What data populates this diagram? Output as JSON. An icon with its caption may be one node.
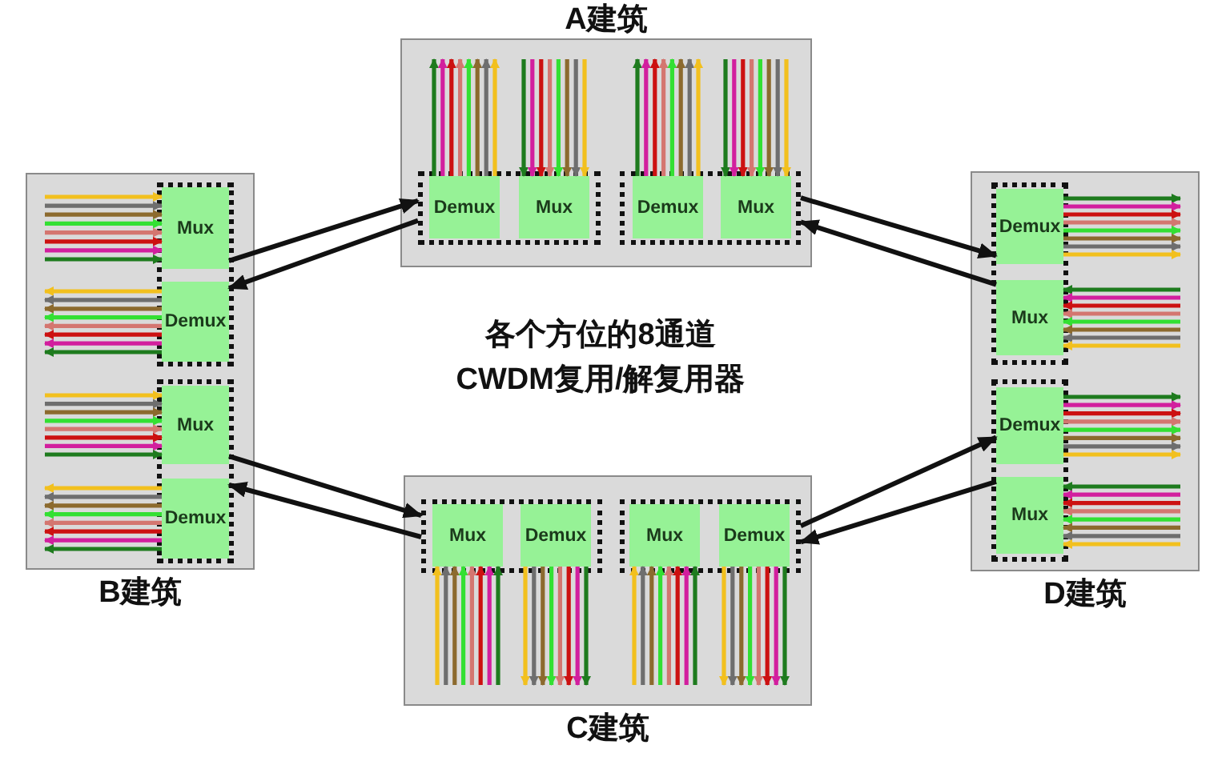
{
  "diagram": {
    "title": "各个方位的8通道CWDM复用/解复用器",
    "nodes": [
      {
        "text": [
          "A建筑"
        ]
      },
      {
        "text": [],
        "shape": "box",
        "in": 0
      },
      {
        "text": [
          "Demux"
        ],
        "in": 1
      },
      {
        "text": [
          "Mux"
        ],
        "in": 1
      },
      {
        "text": [],
        "shape": "box",
        "in": 0
      },
      {
        "text": [
          "Demux"
        ],
        "in": 4
      },
      {
        "text": [
          "Mux"
        ],
        "in": 4
      },
      {
        "text": [
          "B建筑"
        ]
      },
      {
        "text": [],
        "shape": "box",
        "in": 7
      },
      {
        "text": [
          "Mux"
        ],
        "in": 8
      },
      {
        "text": [
          "Demux"
        ],
        "in": 8
      },
      {
        "text": [],
        "shape": "box",
        "in": 7
      },
      {
        "text": [
          "Mux"
        ],
        "in": 11
      },
      {
        "text": [
          "Demux"
        ],
        "in": 11
      },
      {
        "text": [
          "D建筑"
        ]
      },
      {
        "text": [],
        "shape": "box",
        "in": 14
      },
      {
        "text": [
          "Demux"
        ],
        "in": 15
      },
      {
        "text": [
          "Mux"
        ],
        "in": 15
      },
      {
        "text": [],
        "shape": "box",
        "in": 14
      },
      {
        "text": [
          "Demux"
        ],
        "in": 18
      },
      {
        "text": [
          "Mux"
        ],
        "in": 18
      },
      {
        "text": [
          "C建筑"
        ]
      },
      {
        "text": [],
        "shape": "box",
        "in": 21
      },
      {
        "text": [
          "Mux"
        ],
        "in": 22
      },
      {
        "text": [
          "Demux"
        ],
        "in": 22
      },
      {
        "text": [],
        "shape": "box",
        "in": 21
      },
      {
        "text": [
          "Mux"
        ],
        "in": 25
      },
      {
        "text": [
          "Demux"
        ],
        "in": 25
      }
    ],
    "edges": [
      {
        "from": 9,
        "to": 1,
        "arrow": "to",
        "color": "#111111"
      },
      {
        "from": 1,
        "to": 10,
        "arrow": "to",
        "color": "#111111"
      },
      {
        "from": 4,
        "to": 16,
        "arrow": "to",
        "color": "#111111"
      },
      {
        "from": 17,
        "to": 4,
        "arrow": "to",
        "color": "#111111"
      },
      {
        "from": 12,
        "to": 22,
        "arrow": "to",
        "color": "#111111"
      },
      {
        "from": 22,
        "to": 13,
        "arrow": "to",
        "color": "#111111"
      },
      {
        "from": 25,
        "to": 19,
        "arrow": "to",
        "color": "#111111"
      },
      {
        "from": 20,
        "to": 25,
        "arrow": "to",
        "color": "#111111"
      },
      {
        "from": 2,
        "to": null,
        "arrow": "to",
        "color": "#1e7b1e"
      },
      {
        "from": 2,
        "to": null,
        "arrow": "to",
        "color": "#d21f9e"
      },
      {
        "from": 2,
        "to": null,
        "arrow": "to",
        "color": "#cc1111"
      },
      {
        "from": 2,
        "to": null,
        "arrow": "to",
        "color": "#d47670"
      },
      {
        "from": 2,
        "to": null,
        "arrow": "to",
        "color": "#33e033"
      },
      {
        "from": 2,
        "to": null,
        "arrow": "to",
        "color": "#8c6a2e"
      },
      {
        "from": 2,
        "to": null,
        "arrow": "to",
        "color": "#6e6e6e"
      },
      {
        "from": 2,
        "to": null,
        "arrow": "to",
        "color": "#f2c01e"
      },
      {
        "from": null,
        "to": 3,
        "arrow": "to",
        "color": "#1e7b1e"
      },
      {
        "from": null,
        "to": 3,
        "arrow": "to",
        "color": "#d21f9e"
      },
      {
        "from": null,
        "to": 3,
        "arrow": "to",
        "color": "#cc1111"
      },
      {
        "from": null,
        "to": 3,
        "arrow": "to",
        "color": "#d47670"
      },
      {
        "from": null,
        "to": 3,
        "arrow": "to",
        "color": "#33e033"
      },
      {
        "from": null,
        "to": 3,
        "arrow": "to",
        "color": "#8c6a2e"
      },
      {
        "from": null,
        "to": 3,
        "arrow": "to",
        "color": "#6e6e6e"
      },
      {
        "from": null,
        "to": 3,
        "arrow": "to",
        "color": "#f2c01e"
      },
      {
        "from": 5,
        "to": null,
        "arrow": "to",
        "color": "#1e7b1e"
      },
      {
        "from": 5,
        "to": null,
        "arrow": "to",
        "color": "#d21f9e"
      },
      {
        "from": 5,
        "to": null,
        "arrow": "to",
        "color": "#cc1111"
      },
      {
        "from": 5,
        "to": null,
        "arrow": "to",
        "color": "#d47670"
      },
      {
        "from": 5,
        "to": null,
        "arrow": "to",
        "color": "#33e033"
      },
      {
        "from": 5,
        "to": null,
        "arrow": "to",
        "color": "#8c6a2e"
      },
      {
        "from": 5,
        "to": null,
        "arrow": "to",
        "color": "#6e6e6e"
      },
      {
        "from": 5,
        "to": null,
        "arrow": "to",
        "color": "#f2c01e"
      },
      {
        "from": null,
        "to": 6,
        "arrow": "to",
        "color": "#1e7b1e"
      },
      {
        "from": null,
        "to": 6,
        "arrow": "to",
        "color": "#d21f9e"
      },
      {
        "from": null,
        "to": 6,
        "arrow": "to",
        "color": "#cc1111"
      },
      {
        "from": null,
        "to": 6,
        "arrow": "to",
        "color": "#d47670"
      },
      {
        "from": null,
        "to": 6,
        "arrow": "to",
        "color": "#33e033"
      },
      {
        "from": null,
        "to": 6,
        "arrow": "to",
        "color": "#8c6a2e"
      },
      {
        "from": null,
        "to": 6,
        "arrow": "to",
        "color": "#6e6e6e"
      },
      {
        "from": null,
        "to": 6,
        "arrow": "to",
        "color": "#f2c01e"
      },
      {
        "from": null,
        "to": 9,
        "arrow": "to",
        "color": "#f2c01e"
      },
      {
        "from": null,
        "to": 9,
        "arrow": "to",
        "color": "#6e6e6e"
      },
      {
        "from": null,
        "to": 9,
        "arrow": "to",
        "color": "#8c6a2e"
      },
      {
        "from": null,
        "to": 9,
        "arrow": "to",
        "color": "#33e033"
      },
      {
        "from": null,
        "to": 9,
        "arrow": "to",
        "color": "#d47670"
      },
      {
        "from": null,
        "to": 9,
        "arrow": "to",
        "color": "#cc1111"
      },
      {
        "from": null,
        "to": 9,
        "arrow": "to",
        "color": "#d21f9e"
      },
      {
        "from": null,
        "to": 9,
        "arrow": "to",
        "color": "#1e7b1e"
      },
      {
        "from": 10,
        "to": null,
        "arrow": "to",
        "color": "#f2c01e"
      },
      {
        "from": 10,
        "to": null,
        "arrow": "to",
        "color": "#6e6e6e"
      },
      {
        "from": 10,
        "to": null,
        "arrow": "to",
        "color": "#8c6a2e"
      },
      {
        "from": 10,
        "to": null,
        "arrow": "to",
        "color": "#33e033"
      },
      {
        "from": 10,
        "to": null,
        "arrow": "to",
        "color": "#d47670"
      },
      {
        "from": 10,
        "to": null,
        "arrow": "to",
        "color": "#cc1111"
      },
      {
        "from": 10,
        "to": null,
        "arrow": "to",
        "color": "#d21f9e"
      },
      {
        "from": 10,
        "to": null,
        "arrow": "to",
        "color": "#1e7b1e"
      },
      {
        "from": null,
        "to": 12,
        "arrow": "to",
        "color": "#f2c01e"
      },
      {
        "from": null,
        "to": 12,
        "arrow": "to",
        "color": "#6e6e6e"
      },
      {
        "from": null,
        "to": 12,
        "arrow": "to",
        "color": "#8c6a2e"
      },
      {
        "from": null,
        "to": 12,
        "arrow": "to",
        "color": "#33e033"
      },
      {
        "from": null,
        "to": 12,
        "arrow": "to",
        "color": "#d47670"
      },
      {
        "from": null,
        "to": 12,
        "arrow": "to",
        "color": "#cc1111"
      },
      {
        "from": null,
        "to": 12,
        "arrow": "to",
        "color": "#d21f9e"
      },
      {
        "from": null,
        "to": 12,
        "arrow": "to",
        "color": "#1e7b1e"
      },
      {
        "from": 13,
        "to": null,
        "arrow": "to",
        "color": "#f2c01e"
      },
      {
        "from": 13,
        "to": null,
        "arrow": "to",
        "color": "#6e6e6e"
      },
      {
        "from": 13,
        "to": null,
        "arrow": "to",
        "color": "#8c6a2e"
      },
      {
        "from": 13,
        "to": null,
        "arrow": "to",
        "color": "#33e033"
      },
      {
        "from": 13,
        "to": null,
        "arrow": "to",
        "color": "#d47670"
      },
      {
        "from": 13,
        "to": null,
        "arrow": "to",
        "color": "#cc1111"
      },
      {
        "from": 13,
        "to": null,
        "arrow": "to",
        "color": "#d21f9e"
      },
      {
        "from": 13,
        "to": null,
        "arrow": "to",
        "color": "#1e7b1e"
      },
      {
        "from": 16,
        "to": null,
        "arrow": "to",
        "color": "#1e7b1e"
      },
      {
        "from": 16,
        "to": null,
        "arrow": "to",
        "color": "#d21f9e"
      },
      {
        "from": 16,
        "to": null,
        "arrow": "to",
        "color": "#cc1111"
      },
      {
        "from": 16,
        "to": null,
        "arrow": "to",
        "color": "#d47670"
      },
      {
        "from": 16,
        "to": null,
        "arrow": "to",
        "color": "#33e033"
      },
      {
        "from": 16,
        "to": null,
        "arrow": "to",
        "color": "#8c6a2e"
      },
      {
        "from": 16,
        "to": null,
        "arrow": "to",
        "color": "#6e6e6e"
      },
      {
        "from": 16,
        "to": null,
        "arrow": "to",
        "color": "#f2c01e"
      },
      {
        "from": null,
        "to": 17,
        "arrow": "to",
        "color": "#1e7b1e"
      },
      {
        "from": null,
        "to": 17,
        "arrow": "to",
        "color": "#d21f9e"
      },
      {
        "from": null,
        "to": 17,
        "arrow": "to",
        "color": "#cc1111"
      },
      {
        "from": null,
        "to": 17,
        "arrow": "to",
        "color": "#d47670"
      },
      {
        "from": null,
        "to": 17,
        "arrow": "to",
        "color": "#33e033"
      },
      {
        "from": null,
        "to": 17,
        "arrow": "to",
        "color": "#8c6a2e"
      },
      {
        "from": null,
        "to": 17,
        "arrow": "to",
        "color": "#6e6e6e"
      },
      {
        "from": null,
        "to": 17,
        "arrow": "to",
        "color": "#f2c01e"
      },
      {
        "from": 19,
        "to": null,
        "arrow": "to",
        "color": "#1e7b1e"
      },
      {
        "from": 19,
        "to": null,
        "arrow": "to",
        "color": "#d21f9e"
      },
      {
        "from": 19,
        "to": null,
        "arrow": "to",
        "color": "#cc1111"
      },
      {
        "from": 19,
        "to": null,
        "arrow": "to",
        "color": "#d47670"
      },
      {
        "from": 19,
        "to": null,
        "arrow": "to",
        "color": "#33e033"
      },
      {
        "from": 19,
        "to": null,
        "arrow": "to",
        "color": "#8c6a2e"
      },
      {
        "from": 19,
        "to": null,
        "arrow": "to",
        "color": "#6e6e6e"
      },
      {
        "from": 19,
        "to": null,
        "arrow": "to",
        "color": "#f2c01e"
      },
      {
        "from": null,
        "to": 20,
        "arrow": "to",
        "color": "#1e7b1e"
      },
      {
        "from": null,
        "to": 20,
        "arrow": "to",
        "color": "#d21f9e"
      },
      {
        "from": null,
        "to": 20,
        "arrow": "to",
        "color": "#cc1111"
      },
      {
        "from": null,
        "to": 20,
        "arrow": "to",
        "color": "#d47670"
      },
      {
        "from": null,
        "to": 20,
        "arrow": "to",
        "color": "#33e033"
      },
      {
        "from": null,
        "to": 20,
        "arrow": "to",
        "color": "#8c6a2e"
      },
      {
        "from": null,
        "to": 20,
        "arrow": "to",
        "color": "#6e6e6e"
      },
      {
        "from": null,
        "to": 20,
        "arrow": "to",
        "color": "#f2c01e"
      },
      {
        "from": null,
        "to": 23,
        "arrow": "to",
        "color": "#f2c01e"
      },
      {
        "from": null,
        "to": 23,
        "arrow": "to",
        "color": "#6e6e6e"
      },
      {
        "from": null,
        "to": 23,
        "arrow": "to",
        "color": "#8c6a2e"
      },
      {
        "from": null,
        "to": 23,
        "arrow": "to",
        "color": "#33e033"
      },
      {
        "from": null,
        "to": 23,
        "arrow": "to",
        "color": "#d47670"
      },
      {
        "from": null,
        "to": 23,
        "arrow": "to",
        "color": "#cc1111"
      },
      {
        "from": null,
        "to": 23,
        "arrow": "to",
        "color": "#d21f9e"
      },
      {
        "from": null,
        "to": 23,
        "arrow": "to",
        "color": "#1e7b1e"
      },
      {
        "from": 24,
        "to": null,
        "arrow": "to",
        "color": "#f2c01e"
      },
      {
        "from": 24,
        "to": null,
        "arrow": "to",
        "color": "#6e6e6e"
      },
      {
        "from": 24,
        "to": null,
        "arrow": "to",
        "color": "#8c6a2e"
      },
      {
        "from": 24,
        "to": null,
        "arrow": "to",
        "color": "#33e033"
      },
      {
        "from": 24,
        "to": null,
        "arrow": "to",
        "color": "#d47670"
      },
      {
        "from": 24,
        "to": null,
        "arrow": "to",
        "color": "#cc1111"
      },
      {
        "from": 24,
        "to": null,
        "arrow": "to",
        "color": "#d21f9e"
      },
      {
        "from": 24,
        "to": null,
        "arrow": "to",
        "color": "#1e7b1e"
      },
      {
        "from": null,
        "to": 26,
        "arrow": "to",
        "color": "#f2c01e"
      },
      {
        "from": null,
        "to": 26,
        "arrow": "to",
        "color": "#6e6e6e"
      },
      {
        "from": null,
        "to": 26,
        "arrow": "to",
        "color": "#8c6a2e"
      },
      {
        "from": null,
        "to": 26,
        "arrow": "to",
        "color": "#33e033"
      },
      {
        "from": null,
        "to": 26,
        "arrow": "to",
        "color": "#d47670"
      },
      {
        "from": null,
        "to": 26,
        "arrow": "to",
        "color": "#cc1111"
      },
      {
        "from": null,
        "to": 26,
        "arrow": "to",
        "color": "#d21f9e"
      },
      {
        "from": null,
        "to": 26,
        "arrow": "to",
        "color": "#1e7b1e"
      },
      {
        "from": 27,
        "to": null,
        "arrow": "to",
        "color": "#f2c01e"
      },
      {
        "from": 27,
        "to": null,
        "arrow": "to",
        "color": "#6e6e6e"
      },
      {
        "from": 27,
        "to": null,
        "arrow": "to",
        "color": "#8c6a2e"
      },
      {
        "from": 27,
        "to": null,
        "arrow": "to",
        "color": "#33e033"
      },
      {
        "from": 27,
        "to": null,
        "arrow": "to",
        "color": "#d47670"
      },
      {
        "from": 27,
        "to": null,
        "arrow": "to",
        "color": "#cc1111"
      },
      {
        "from": 27,
        "to": null,
        "arrow": "to",
        "color": "#d21f9e"
      },
      {
        "from": 27,
        "to": null,
        "arrow": "to",
        "color": "#1e7b1e"
      }
    ]
  }
}
